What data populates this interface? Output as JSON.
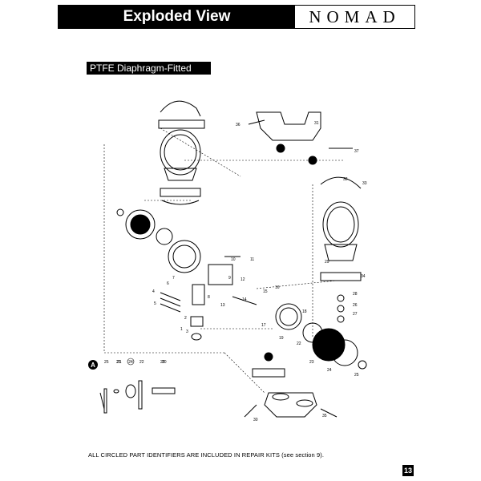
{
  "header": {
    "title": "Exploded View",
    "brand": "NOMAD"
  },
  "section": {
    "label": "PTFE Diaphragm-Fitted"
  },
  "diagram": {
    "callouts": [
      "1",
      "2",
      "3",
      "4",
      "5",
      "6",
      "7",
      "8",
      "9",
      "10",
      "11",
      "12",
      "13",
      "14",
      "15",
      "16",
      "17",
      "18",
      "19",
      "20",
      "21",
      "22",
      "23",
      "24",
      "25",
      "26",
      "27",
      "28",
      "29",
      "30",
      "31",
      "32",
      "33",
      "34",
      "35",
      "36",
      "37"
    ],
    "inset": {
      "badge": "A",
      "labels": [
        "25",
        "21",
        "24",
        "22",
        "20"
      ]
    }
  },
  "footer": {
    "note": "ALL CIRCLED PART IDENTIFIERS ARE INCLUDED IN REPAIR KITS (see section 9).",
    "page_number": "13"
  }
}
